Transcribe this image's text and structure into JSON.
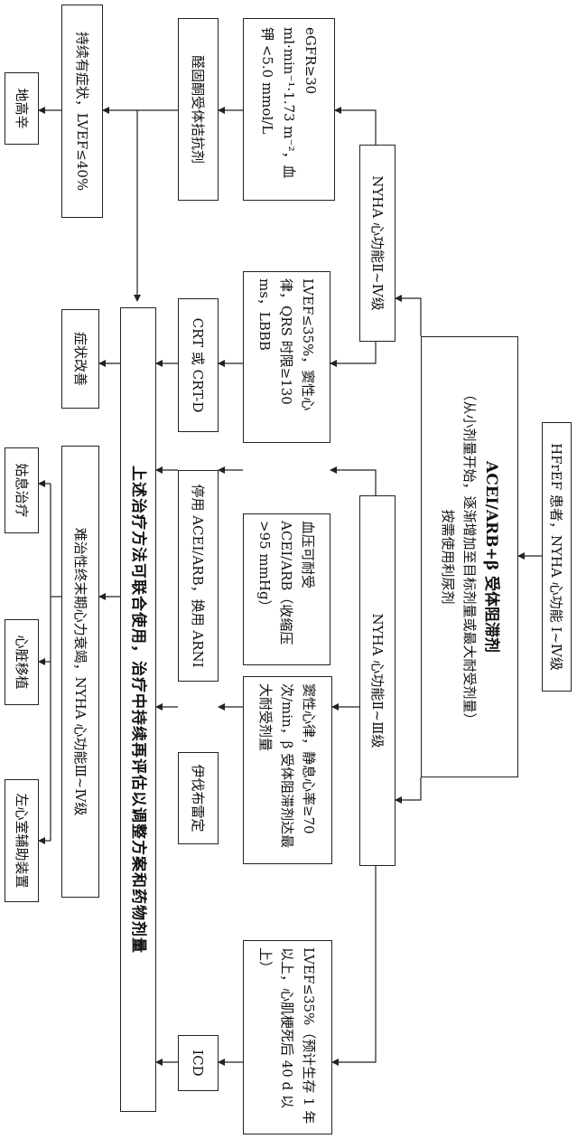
{
  "nodes": {
    "hfref": "HFrEF 患者，NYHA 心功能 Ⅰ~Ⅳ级",
    "acei_title": "ACEI/ARB+β 受体阻滞剂",
    "acei_sub1": "（从小剂量开始，逐渐增加至目标剂量或最大耐受剂量）",
    "acei_sub2": "按需使用利尿剂",
    "nyha_2_4": "NYHA 心功能Ⅱ~Ⅳ级",
    "nyha_2_3": "NYHA 心功能Ⅱ~Ⅲ级",
    "cond_egfr": "eGFR≥30 ml·min⁻¹·1.73 m⁻²，血钾 <5.0 mmol/L",
    "cond_lvef_crt": "LVEF≤35%，窦性心律，QRS 时限≥130 ms，LBBB",
    "cond_bp": "血压可耐受 ACEI/ARB（收缩压>95 mmHg）",
    "cond_hr": "窦性心律，静息心率≥70 次/min，β 受体阻滞剂达最大耐受剂量",
    "cond_icd": "LVEF≤35%（预计生存 1 年以上，心肌梗死后 40 d 以上）",
    "tx_mra": "醛固酮受体拮抗剂",
    "tx_crt": "CRT 或 CRT-D",
    "tx_arni": "停用 ACEI/ARB，换用 ARNI",
    "tx_ivab": "伊伐布雷定",
    "tx_icd": "ICD",
    "combined": "上述治疗方法可联合使用，治疗中持续再评估以调整方案和药物剂量",
    "persist": "持续有症状，LVEF≤40%",
    "digoxin": "地高辛",
    "improve": "症状改善",
    "refractory": "难治性终末期心力衰竭，NYHA 心功能Ⅲ~Ⅳ级",
    "palliative": "姑息治疗",
    "transplant": "心脏移植",
    "lvad": "左心室辅助装置"
  }
}
